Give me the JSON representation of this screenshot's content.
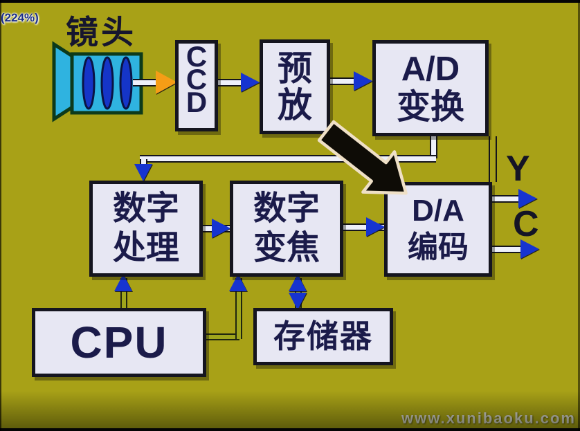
{
  "window": {
    "zoom_indicator": "(224%)",
    "watermark": "www.xunibaoku.com"
  },
  "colors": {
    "background": "#a8a117",
    "box-fill": "#e7e7f3",
    "box-border": "#15151f",
    "box-text": "#1b1b4a",
    "wire-fill": "#eef0fa",
    "wire-edge": "#14141c",
    "control-wire-fill": "#9fa51c",
    "arrow-blue": "#1634d0",
    "arrow-orange": "#f59d16",
    "lens-fill": "#2fb3e0",
    "lens-outline": "#0d3a1a",
    "lens-element": "#1535c8",
    "highlight-arrow-fill": "#0e0c06",
    "highlight-arrow-outline": "#efe0c6",
    "watermark-color": "#d4d4d4",
    "zoom-text-color": "#1b2e8a",
    "output-text": "#141426"
  },
  "diagram": {
    "lens_label": "镜头",
    "nodes": {
      "ccd": {
        "letters": [
          "C",
          "C",
          "D"
        ]
      },
      "preamp": {
        "line1": "预",
        "line2": "放"
      },
      "ad_converter": {
        "line1": "A/D",
        "line2": "变换"
      },
      "digital_processing": {
        "line1": "数字",
        "line2": "处理"
      },
      "digital_zoom": {
        "line1": "数字",
        "line2": "变焦"
      },
      "da_encoder": {
        "line1": "D/A",
        "line2": "编码"
      },
      "cpu": {
        "label": "CPU"
      },
      "memory": {
        "label": "存储器"
      }
    },
    "outputs": {
      "y": "Y",
      "c": "C"
    }
  }
}
